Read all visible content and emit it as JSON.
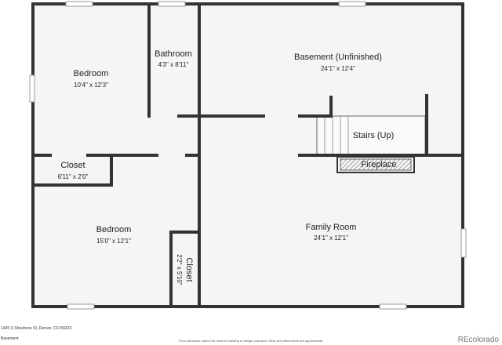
{
  "rooms": {
    "bedroom_top": {
      "name": "Bedroom",
      "dim": "10'4\" x 12'3\""
    },
    "bathroom": {
      "name": "Bathroom",
      "dim": "4'3\" x 8'11\""
    },
    "basement": {
      "name": "Basement (Unfinished)",
      "dim": "24'1\" x 12'4\""
    },
    "stairs": {
      "name": "Stairs (Up)"
    },
    "fireplace": {
      "name": "Fireplace"
    },
    "closet_top": {
      "name": "Closet",
      "dim": "6'11\" x 2'0\""
    },
    "bedroom_bottom": {
      "name": "Bedroom",
      "dim": "15'0\" x 12'1\""
    },
    "closet_right": {
      "name": "Closet",
      "dim": "2'2\" x 5'10\""
    },
    "family_room": {
      "name": "Family Room",
      "dim": "24'1\" x 12'1\""
    }
  },
  "footer": {
    "address": "1445 S Shoshone St, Denver, CO 80223",
    "level": "Basement",
    "disclaimer": "Floor plans/tour cannot be used for building or design purposes. Sizes and dimensions are approximate.",
    "brand": "REcolorado"
  },
  "colors": {
    "wall": "#333333",
    "floor": "#f5f5f5",
    "window": "#cccccc"
  }
}
